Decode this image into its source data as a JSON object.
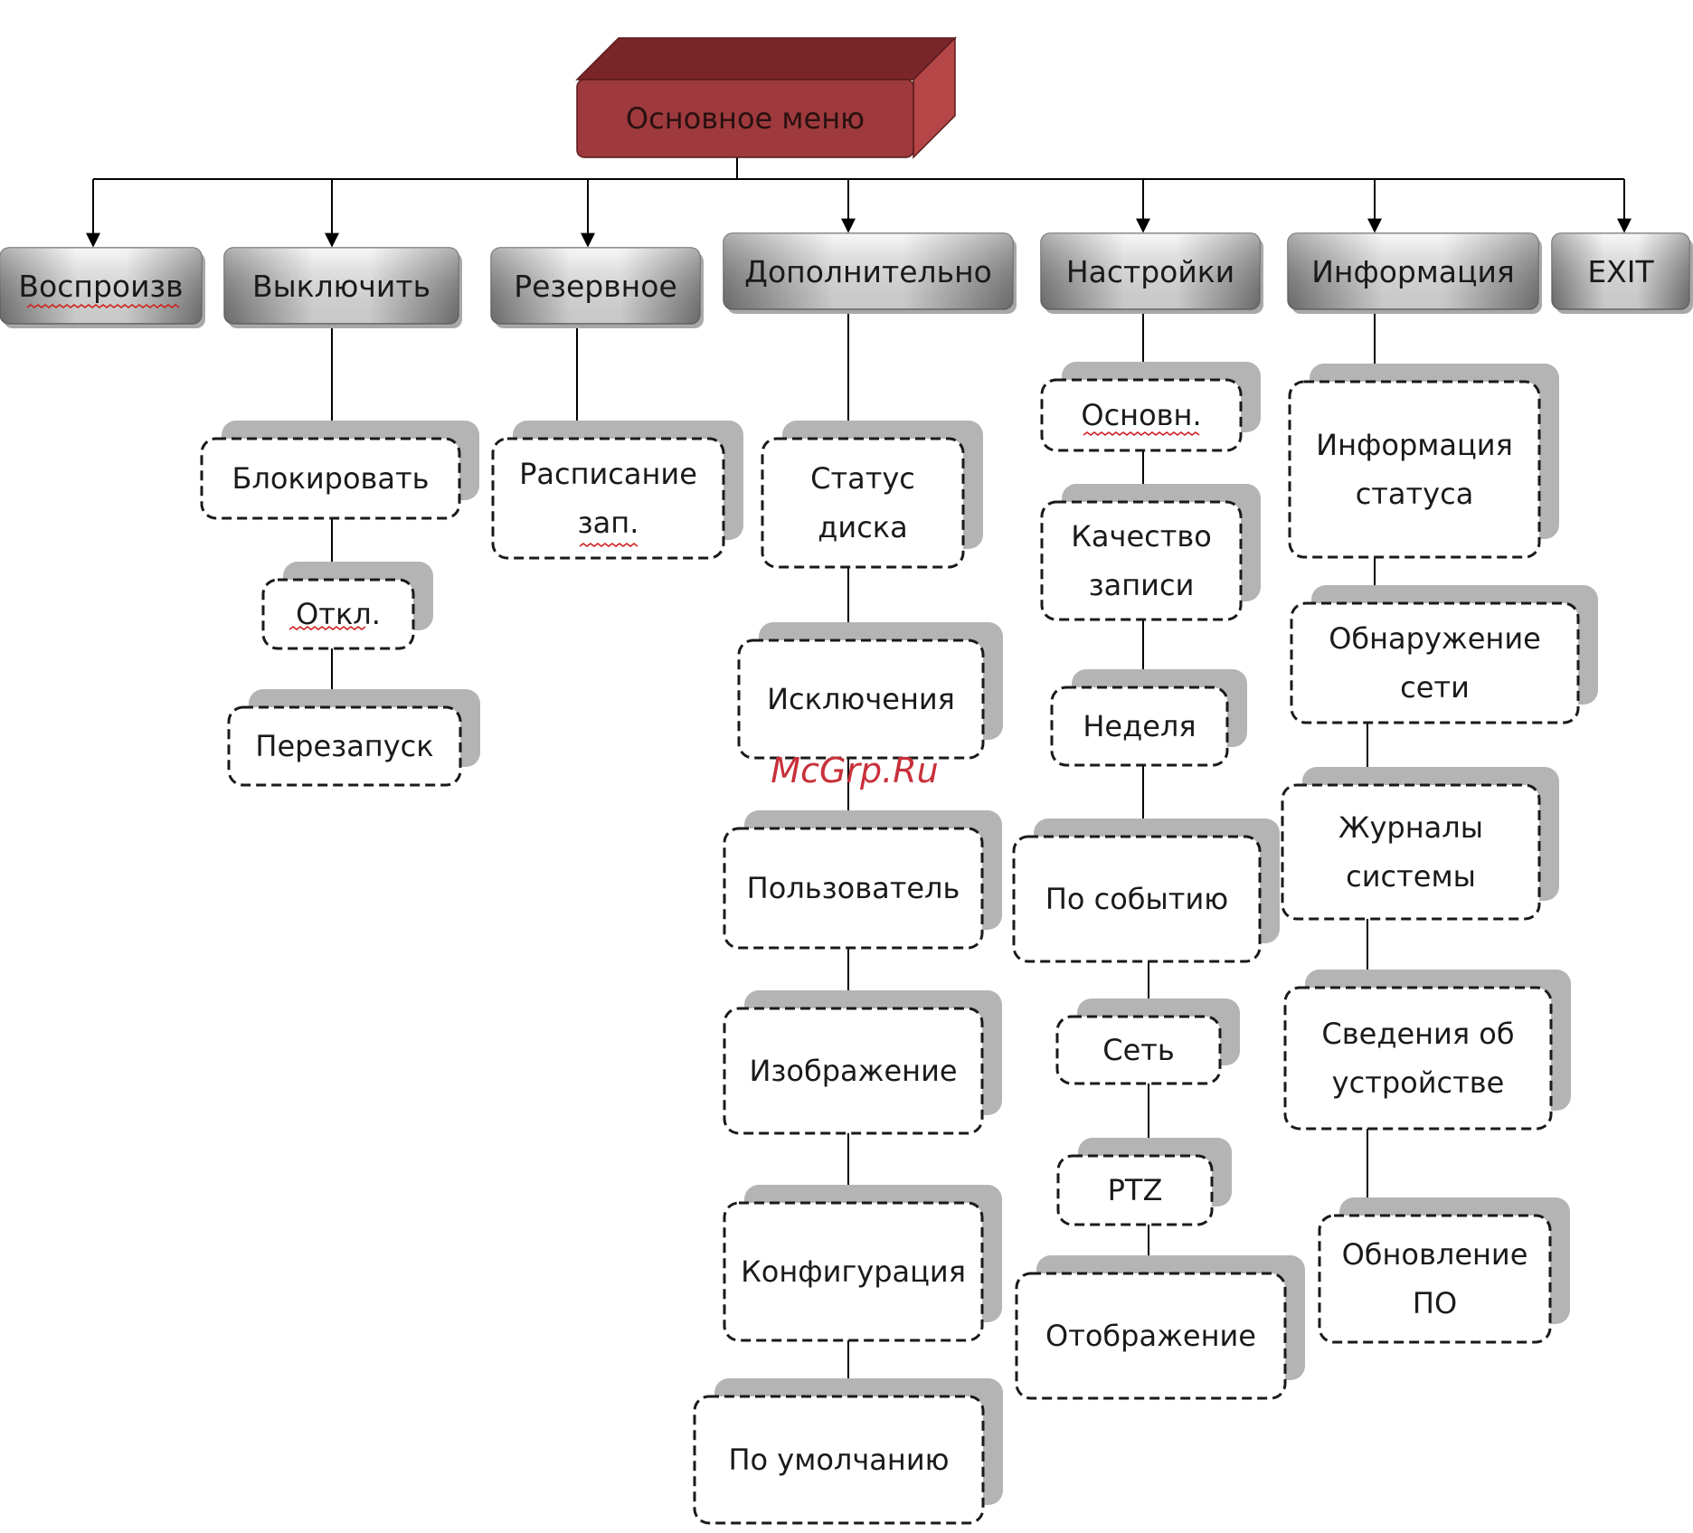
{
  "root": {
    "label": "Основное меню"
  },
  "top_items": [
    {
      "id": "vosproizv",
      "label": "Воспроизв"
    },
    {
      "id": "vyklyuchit",
      "label": "Выключить"
    },
    {
      "id": "rezervnoe",
      "label": "Резервное"
    },
    {
      "id": "dopolnitelno",
      "label": "Дополнительно"
    },
    {
      "id": "nastroyki",
      "label": "Настройки"
    },
    {
      "id": "informatsiya",
      "label": "Информация"
    },
    {
      "id": "exit",
      "label": "EXIT"
    }
  ],
  "sub_items": {
    "vyklyuchit": [
      {
        "lines": [
          "Блокировать"
        ]
      },
      {
        "lines": [
          "Откл."
        ]
      },
      {
        "lines": [
          "Перезапуск"
        ]
      }
    ],
    "rezervnoe": [
      {
        "lines": [
          "Расписание",
          "зап."
        ]
      }
    ],
    "dopolnitelno": [
      {
        "lines": [
          "Статус",
          "диска"
        ]
      },
      {
        "lines": [
          "Исключения"
        ]
      },
      {
        "lines": [
          "Пользователь"
        ]
      },
      {
        "lines": [
          "Изображение"
        ]
      },
      {
        "lines": [
          "Конфигурация"
        ]
      },
      {
        "lines": [
          "По умолчанию"
        ]
      }
    ],
    "nastroyki": [
      {
        "lines": [
          "Основн."
        ]
      },
      {
        "lines": [
          "Качество",
          "записи"
        ]
      },
      {
        "lines": [
          "Неделя"
        ]
      },
      {
        "lines": [
          "По событию"
        ]
      },
      {
        "lines": [
          "Сеть"
        ]
      },
      {
        "lines": [
          "PTZ"
        ]
      },
      {
        "lines": [
          "Отображение"
        ]
      }
    ],
    "informatsiya": [
      {
        "lines": [
          "Информация",
          "статуса"
        ]
      },
      {
        "lines": [
          "Обнаружение",
          "сети"
        ]
      },
      {
        "lines": [
          "Журналы",
          "системы"
        ]
      },
      {
        "lines": [
          "Сведения об",
          "устройстве"
        ]
      },
      {
        "lines": [
          "Обновление",
          "ПО"
        ]
      }
    ]
  },
  "watermark": "McGrp.Ru",
  "colors": {
    "root_front": "#9e3a3d",
    "root_top": "#7a2528",
    "root_side": "#b54547",
    "button_light": "#ffffff",
    "button_dark": "#8c8c8c",
    "shadow_gray": "#b4b4b4",
    "line": "#000000",
    "watermark": "#c8303a"
  }
}
